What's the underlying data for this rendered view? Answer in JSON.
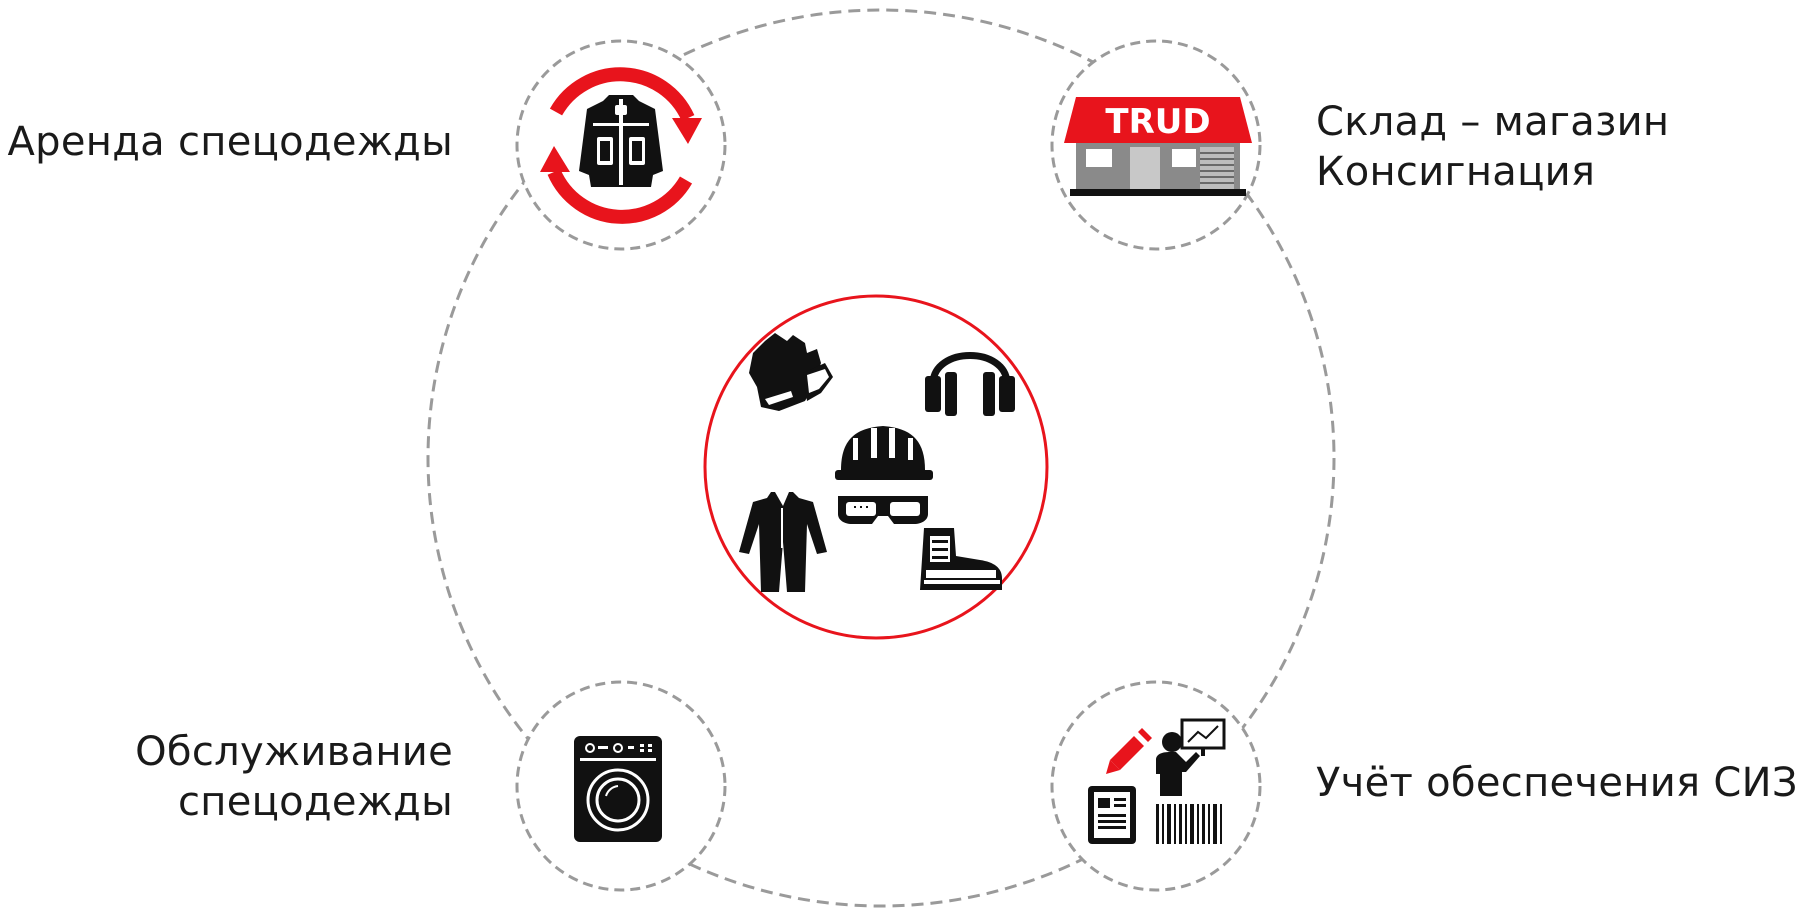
{
  "nodes": {
    "rent": {
      "lines": [
        "Аренда спецодежды"
      ]
    },
    "store": {
      "lines": [
        "Склад – магазин",
        "Консигнация"
      ],
      "sign": "TRUD"
    },
    "service": {
      "lines": [
        "Обслуживание",
        "спецодежды"
      ]
    },
    "accounting": {
      "lines": [
        "Учёт обеспечения СИЗ"
      ]
    }
  },
  "center": {
    "icons": [
      "gloves-icon",
      "earmuffs-icon",
      "hard-hat-icon",
      "safety-glasses-icon",
      "coverall-icon",
      "safety-boot-icon"
    ]
  },
  "colors": {
    "accent": "#e8141c",
    "dashed": "#9a9a9a",
    "icon": "#111111"
  }
}
